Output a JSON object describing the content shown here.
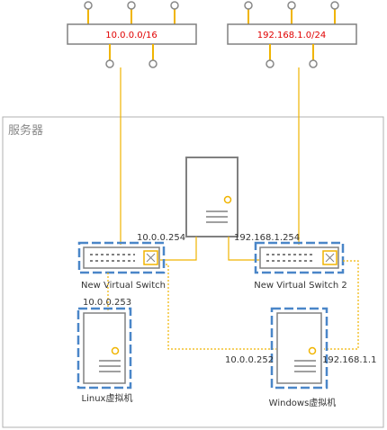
{
  "host_label": "服务器",
  "networks": [
    {
      "label": "10.0.0.0/16"
    },
    {
      "label": "192.168.1.0/24"
    }
  ],
  "switches": [
    {
      "label": "New Virtual Switch",
      "ip": "10.0.0.254"
    },
    {
      "label": "New Virtual Switch 2",
      "ip": "192.168.1.254"
    }
  ],
  "vms": [
    {
      "label": "Linux虚拟机",
      "ip": "10.0.0.253"
    },
    {
      "label": "Windows虚拟机",
      "ip": "10.0.0.252",
      "ip2": "192.168.1.1"
    }
  ],
  "colors": {
    "accent": "#f0b400",
    "network_text": "#e00000",
    "dashed_border": "#4a86c8",
    "device_stroke": "#808080"
  }
}
